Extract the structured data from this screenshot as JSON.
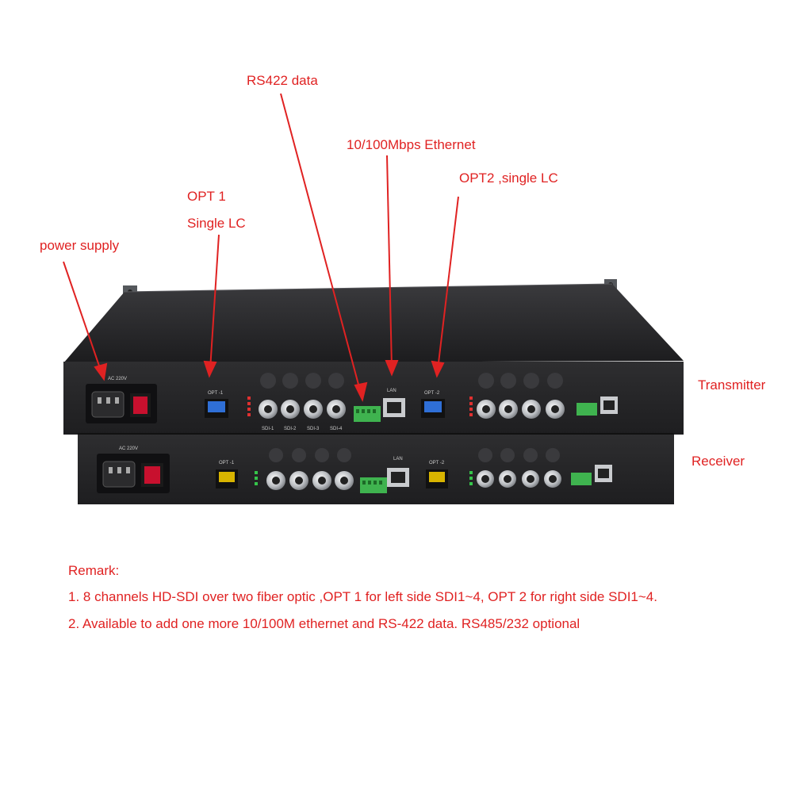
{
  "callouts": {
    "rs422": "RS422 data",
    "ethernet": "10/100Mbps Ethernet",
    "opt2": "OPT2 ,single LC",
    "opt1_line1": "OPT 1",
    "opt1_line2": "Single LC",
    "power": "power supply",
    "transmitter": "Transmitter",
    "receiver": "Receiver"
  },
  "device_labels": {
    "ac": "AC 220V",
    "opt1": "OPT -1",
    "opt2": "OPT -2",
    "lan": "LAN",
    "sdi1": "SDI-1",
    "sdi2": "SDI-2",
    "sdi3": "SDI-3",
    "sdi4": "SDI-4"
  },
  "remarks": {
    "title": "Remark:",
    "line1": "1. 8 channels HD-SDI over two fiber optic ,OPT 1 for left side SDI1~4, OPT 2 for right side SDI1~4.",
    "line2": "2. Available to add one more 10/100M ethernet and RS-422 data. RS485/232 optional"
  },
  "colors": {
    "annotation": "#e02222",
    "chassis": "#2a2a2c",
    "switch": "#c8102e",
    "sfp_tx": "#2f6fd6",
    "sfp_rx": "#d8b400",
    "terminal": "#3fb34f"
  }
}
